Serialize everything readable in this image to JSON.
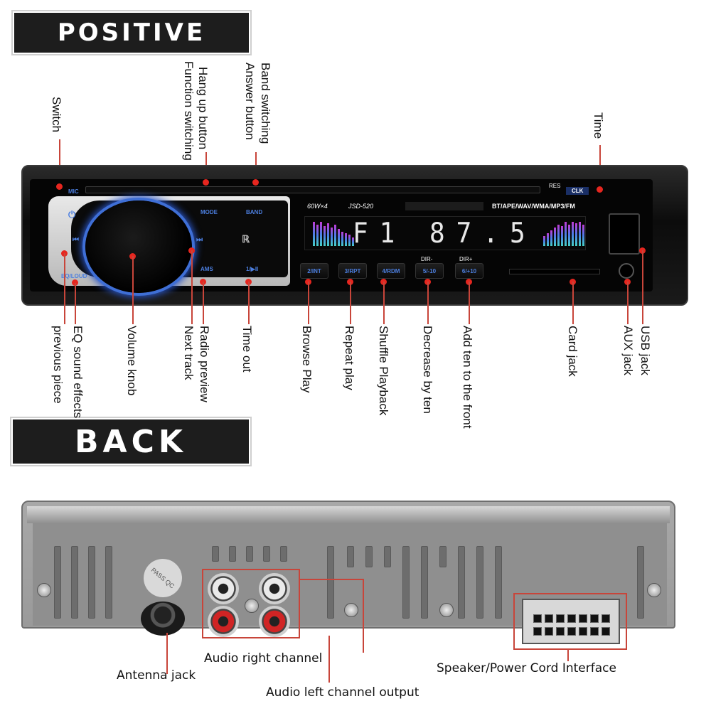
{
  "banners": {
    "positive": "POSITIVE",
    "back": "BACK"
  },
  "front_labels": {
    "switch": "Switch",
    "hang_up": "Hang up button",
    "function_switching": "Function switching",
    "band_switching": "Band switching",
    "answer_button": "Answer button",
    "time": "Time",
    "eq_sound": "EQ sound effects",
    "previous_piece": "previous piece",
    "volume_knob": "Volume knob",
    "radio_preview": "Radio preview",
    "next_track": "Next track",
    "time_out": "Time out",
    "browse_play": "Browse Play",
    "repeat_play": "Repeat play",
    "shuffle_playback": "Shuffle Playback",
    "decrease_by_ten": "Decrease by ten",
    "add_ten": "Add ten to the front",
    "card_jack": "Card jack",
    "usb_jack": "USB jack",
    "aux_jack": "AUX jack"
  },
  "device": {
    "mic": "MIC",
    "mode": "MODE",
    "band": "BAND",
    "ams": "AMS",
    "play_pause": "1/▶II",
    "eq_loud": "EQ/LOUD",
    "power_watts": "60W×4",
    "model": "JSD-520",
    "formats": "BT/APE/WAV/WMA/MP3/FM",
    "res": "RES",
    "clk": "CLK",
    "display_band": "F1",
    "display_freq": "87.5",
    "dir_minus": "DIR-",
    "dir_plus": "DIR+",
    "keys": [
      "2/INT",
      "3/RPT",
      "4/RDM",
      "5/-10",
      "6/+10"
    ],
    "pass_qc": "PASS QC"
  },
  "back_labels": {
    "audio_right": "Audio right channel",
    "antenna_jack": "Antenna jack",
    "audio_left": "Audio left channel output",
    "speaker_power": "Speaker/Power Cord Interface"
  },
  "colors": {
    "accent_blue": "#4c7fe0",
    "callout_red": "#c8453a",
    "dot_red": "#e6261f"
  }
}
